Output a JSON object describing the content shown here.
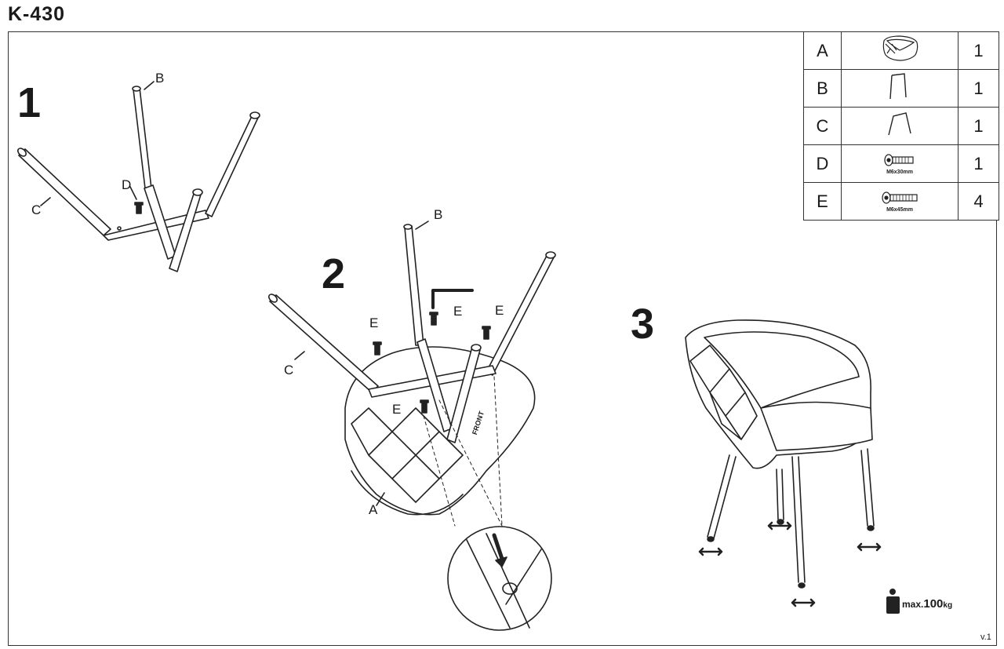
{
  "title": "K-430",
  "steps": [
    "1",
    "2",
    "3"
  ],
  "parts": [
    {
      "letter": "A",
      "icon": "seat-shell-icon",
      "qty": "1",
      "size": ""
    },
    {
      "letter": "B",
      "icon": "front-leg-frame-icon",
      "qty": "1",
      "size": ""
    },
    {
      "letter": "C",
      "icon": "rear-leg-frame-icon",
      "qty": "1",
      "size": ""
    },
    {
      "letter": "D",
      "icon": "screw-icon",
      "qty": "1",
      "size": "M6x30mm"
    },
    {
      "letter": "E",
      "icon": "screw-icon",
      "qty": "4",
      "size": "M6x45mm"
    }
  ],
  "step1_labels": {
    "b": "B",
    "c": "C",
    "d": "D"
  },
  "step2_labels": {
    "b": "B",
    "c": "C",
    "a": "A",
    "e1": "E",
    "e2": "E",
    "e3": "E",
    "e4": "E",
    "front": "FRONT"
  },
  "max_load": {
    "prefix": "max.",
    "value": "100",
    "unit": "kg"
  },
  "version": "v.1"
}
